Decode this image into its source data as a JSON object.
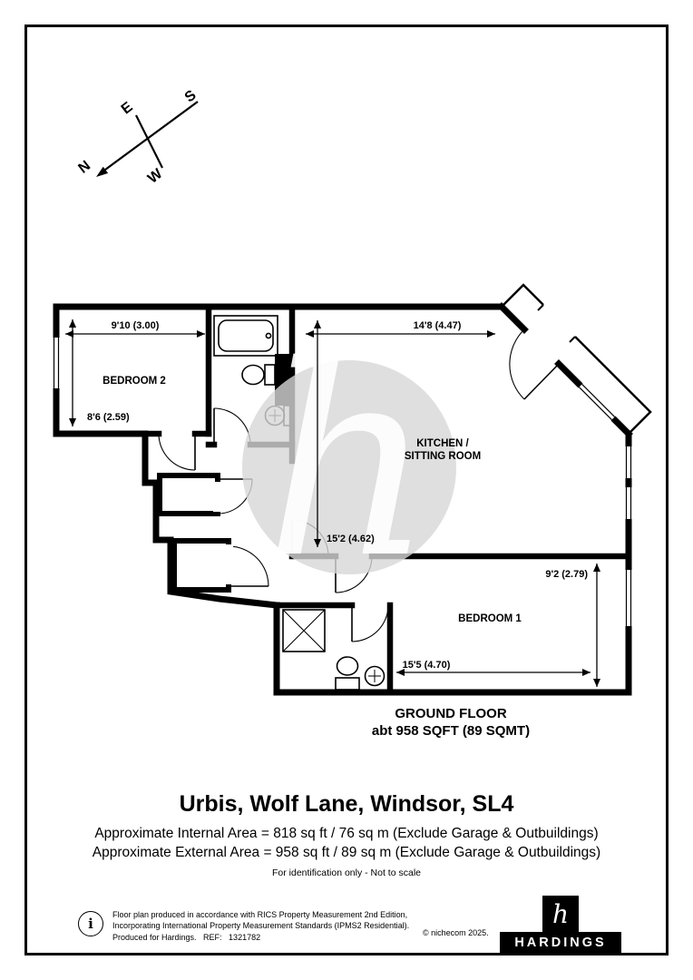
{
  "compass": {
    "n": "N",
    "e": "E",
    "s": "S",
    "w": "W"
  },
  "plan": {
    "bedroom2": {
      "name": "BEDROOM 2",
      "width": "9'10 (3.00)",
      "height": "8'6 (2.59)"
    },
    "kitchen": {
      "name_line1": "KITCHEN /",
      "name_line2": "SITTING ROOM",
      "width": "14'8 (4.47)",
      "height": "15'2 (4.62)"
    },
    "bedroom1": {
      "name": "BEDROOM 1",
      "height": "9'2 (2.79)",
      "width": "15'5 (4.70)"
    },
    "floor_title": "GROUND FLOOR",
    "floor_area": "abt 958 SQFT (89 SQMT)",
    "watermark": "h"
  },
  "details": {
    "address": "Urbis, Wolf Lane, Windsor, SL4",
    "internal_area": "Approximate Internal Area = 818 sq ft / 76 sq m (Exclude Garage & Outbuildings)",
    "external_area": "Approximate External Area = 958 sq ft / 89 sq m (Exclude Garage & Outbuildings)",
    "disclaimer": "For identification only - Not to scale"
  },
  "footer": {
    "info_icon": "i",
    "line1": "Floor plan produced in accordance with RICS Property Measurement 2nd Edition,",
    "line2": "Incorporating International Property Measurement Standards (IPMS2 Residential).",
    "line3": "Produced for Hardings.   REF:   1321782",
    "copyright": "© nichecom 2025.",
    "brand_mark": "h",
    "brand_name": "HARDINGS"
  }
}
